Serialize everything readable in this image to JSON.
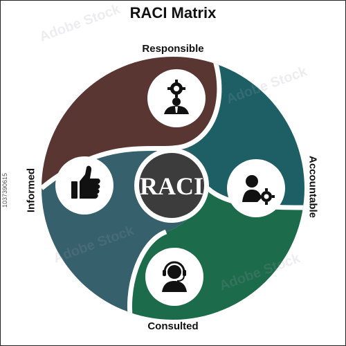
{
  "title": "RACI Matrix",
  "center_text": "RACI",
  "segments": {
    "responsible": {
      "label": "Responsible",
      "color": "#5a3633",
      "icon": "manager-gear-icon"
    },
    "accountable": {
      "label": "Accountable",
      "color": "#1e5f66",
      "icon": "person-gear-icon"
    },
    "consulted": {
      "label": "Consulted",
      "color": "#1c6b4a",
      "icon": "headset-operator-icon"
    },
    "informed": {
      "label": "Informed",
      "color": "#35606c",
      "icon": "thumbs-up-icon"
    }
  },
  "center_color": "#3c3c3c",
  "watermark": "Adobe Stock",
  "stock_id": "1037390615"
}
